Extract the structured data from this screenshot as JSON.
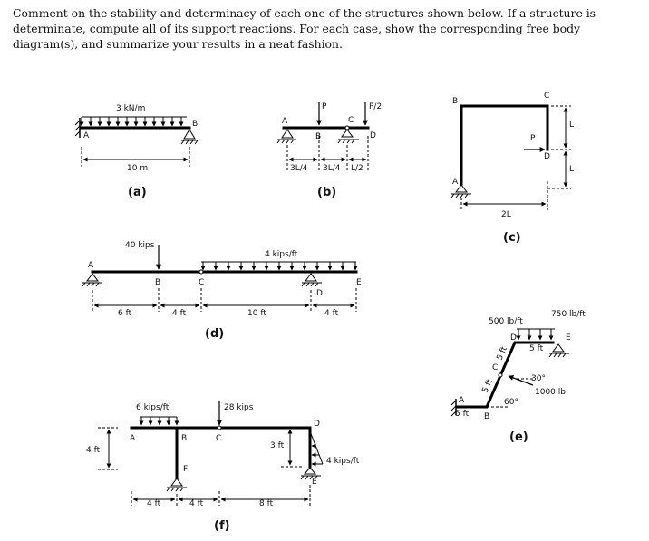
{
  "problem_text": "Comment on the stability and determinacy of each one of the structures shown below. If a structure is determinate, compute all of its support reactions. For each case, show the corresponding free body diagram(s), and summarize your results in a neat fashion.",
  "fig_a": {
    "load": "3 kN/m",
    "node_A": "A",
    "node_B": "B",
    "dim": "10 m",
    "caption": "(a)"
  },
  "fig_b": {
    "load_P": "P",
    "load_P2": "P/2",
    "node_A": "A",
    "node_B": "B",
    "node_C": "C",
    "node_D": "D",
    "dim1": "3L/4",
    "dim2": "3L/4",
    "dim3": "L/2",
    "caption": "(b)"
  },
  "fig_c": {
    "node_A": "A",
    "node_B": "B",
    "node_C": "C",
    "node_D": "D",
    "load_P": "P",
    "dim_h": "2L",
    "dim_v1": "L",
    "dim_v2": "L",
    "caption": "(c)"
  },
  "fig_d": {
    "point_load": "40 kips",
    "dist_load": "4 kips/ft",
    "node_A": "A",
    "node_B": "B",
    "node_C": "C",
    "node_D": "D",
    "node_E": "E",
    "dim1": "6 ft",
    "dim2": "4 ft",
    "dim3": "10 ft",
    "dim4": "4 ft",
    "caption": "(d)"
  },
  "fig_e": {
    "load_left": "500 lb/ft",
    "load_right": "750 lb/ft",
    "node_A": "A",
    "node_B": "B",
    "node_C": "C",
    "node_D": "D",
    "node_E": "E",
    "dim_ab": "5 ft",
    "dim_bc": "5 ft",
    "dim_cd": "5 ft",
    "dim_de": "5 ft",
    "angle1": "30°",
    "angle2": "60°",
    "force": "1000 lb",
    "caption": "(e)"
  },
  "fig_f": {
    "dist_load": "6 kips/ft",
    "point_load": "28 kips",
    "side_load": "4 kips/ft",
    "node_A": "A",
    "node_B": "B",
    "node_C": "C",
    "node_D": "D",
    "node_E": "E",
    "node_F": "F",
    "dim_v1": "4 ft",
    "dim_v2": "3 ft",
    "dim1": "4 ft",
    "dim2": "4 ft",
    "dim3": "8 ft",
    "caption": "(f)"
  }
}
